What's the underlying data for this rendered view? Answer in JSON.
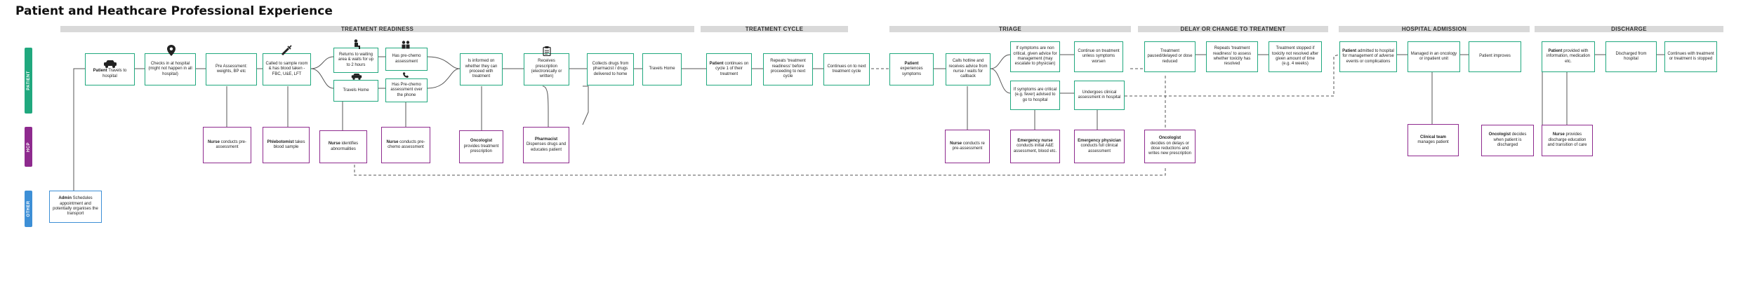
{
  "title": "Patient and Heathcare Professional Experience",
  "phases": [
    "TREATMENT READINESS",
    "TREATMENT CYCLE",
    "TRIAGE",
    "DELAY OR CHANGE TO TREATMENT",
    "HOSPITAL ADMISSION",
    "DISCHARGE"
  ],
  "lanes": {
    "patient": "PATIENT",
    "hcp": "HCP",
    "other": "OTHER"
  },
  "colors": {
    "patient": "#20a87e",
    "hcp": "#8e2a8e",
    "other": "#3d8fd6",
    "phase_bar": "#d9d9d9"
  },
  "nodes": {
    "p_travels_hospital": {
      "strong": "Patient",
      "text": "Travels to hospital",
      "icon": "car-icon"
    },
    "p_checks_in": {
      "strong": "",
      "text": "Checks in at hospital (might not happen in all hospital)",
      "icon": "location-pin-icon"
    },
    "p_pre_assess": {
      "strong": "",
      "text": "Pre Assessment: weights, BP etc",
      "icon": ""
    },
    "p_blood_sample": {
      "strong": "",
      "text": "Called to sample room & has blood taken - FBC, U&E, LFT",
      "icon": "syringe-icon"
    },
    "p_return_waiting": {
      "strong": "",
      "text": "Returns to waiting area & waits for up to 2 hours",
      "icon": "waiting-person-icon"
    },
    "p_travels_home_1": {
      "strong": "",
      "text": "Travels Home",
      "icon": "car-icon"
    },
    "p_pre_chemo": {
      "strong": "",
      "text": "Has pre-chemo assessment",
      "icon": "people-icon"
    },
    "p_pre_chemo_phone": {
      "strong": "",
      "text": "Has Pre-chemo assessment over the phone",
      "icon": "phone-icon"
    },
    "p_informed": {
      "strong": "",
      "text": "Is informed on whether they can proceed with treatment",
      "icon": ""
    },
    "p_receives_rx": {
      "strong": "",
      "text": "Receives prescription (electronically or written)",
      "icon": "prescription-icon"
    },
    "p_collects_drugs": {
      "strong": "",
      "text": "Collects drugs from pharmacist / drugs delivered to home",
      "icon": ""
    },
    "p_travels_home_2": {
      "strong": "",
      "text": "Travels Home",
      "icon": ""
    },
    "p_continues_cycle": {
      "strong": "Patient",
      "text": "continues on cycle 1 of their treatment",
      "icon": ""
    },
    "p_repeats_readiness": {
      "strong": "",
      "text": "Repeats 'treatment readiness' before proceeding to next cycle",
      "icon": ""
    },
    "p_next_cycle": {
      "strong": "",
      "text": "Continues on to next treatment cycle",
      "icon": ""
    },
    "p_experiences": {
      "strong": "Patient",
      "text": "experiences symptoms",
      "icon": ""
    },
    "p_hotline": {
      "strong": "",
      "text": "Calls hotline and receives advice from nurse / waits for callback",
      "icon": ""
    },
    "p_non_critical": {
      "strong": "",
      "text": "If symptoms are non critical, given advice for management (may escalate to physician)",
      "icon": ""
    },
    "p_continue_unless": {
      "strong": "",
      "text": "Continue on treatment unless symptoms worsen",
      "icon": ""
    },
    "p_critical": {
      "strong": "",
      "text": "If symptoms are critical (e.g. fever) advised to go to hospital",
      "icon": ""
    },
    "p_clinical_assess": {
      "strong": "",
      "text": "Undergoes clinical assessment in hospital",
      "icon": ""
    },
    "p_paused": {
      "strong": "",
      "text": "Treatment paused/delayed or dose reduced",
      "icon": ""
    },
    "p_repeats_toxicity": {
      "strong": "",
      "text": "Repeats 'treatment readiness' to assess whether toxicity has resolved",
      "icon": ""
    },
    "p_stopped": {
      "strong": "",
      "text": "Treatment stopped if toxicity not resolved after given amount of time (e.g. 4 weeks)",
      "icon": ""
    },
    "p_admitted": {
      "strong": "Patient",
      "text": "admitted to hospital for management of adverse events or complications",
      "icon": ""
    },
    "p_managed": {
      "strong": "",
      "text": "Managed in an oncology or inpatient unit",
      "icon": ""
    },
    "p_improves": {
      "strong": "",
      "text": "Patient improves",
      "icon": ""
    },
    "p_provided_info": {
      "strong": "Patient",
      "text": "provided with information, medication etc.",
      "icon": ""
    },
    "p_discharged": {
      "strong": "",
      "text": "Discharged from hospital",
      "icon": ""
    },
    "p_continues_stopped": {
      "strong": "",
      "text": "Continues with treatment or treatment is stopped",
      "icon": ""
    },
    "h_nurse_pre": {
      "strong": "Nurse",
      "text": "conducts pre-assessment",
      "icon": ""
    },
    "h_phlebotomist": {
      "strong": "Phlebotomist",
      "text": "takes blood sample",
      "icon": ""
    },
    "h_nurse_identifies": {
      "strong": "Nurse",
      "text": "identifies abnormalities",
      "icon": ""
    },
    "h_nurse_pre_chemo": {
      "strong": "Nurse",
      "text": "conducts pre-chemo assessment",
      "icon": ""
    },
    "h_oncologist_rx": {
      "strong": "Oncologist",
      "text": "provides treatment prescription",
      "icon": ""
    },
    "h_pharmacist": {
      "strong": "Pharmacist",
      "text": "Dispenses drugs and educates patient",
      "icon": ""
    },
    "h_nurse_triage": {
      "strong": "Nurse",
      "text": "conducts re pre-assessment",
      "icon": ""
    },
    "h_emergency_nurse": {
      "strong": "Emergency nurse",
      "text": "conducts initial A&E assessment, blood etc.",
      "icon": ""
    },
    "h_emergency_phys": {
      "strong": "Emergency physician",
      "text": "conducts full clinical assessment",
      "icon": ""
    },
    "h_oncologist_delay": {
      "strong": "Oncologist",
      "text": "decides on delays or dose reductions and writes new prescription",
      "icon": ""
    },
    "h_clinical_team": {
      "strong": "Clinical team",
      "text": "manages patient",
      "icon": ""
    },
    "h_oncologist_discharge": {
      "strong": "Oncologist",
      "text": "decides when patient is discharged",
      "icon": ""
    },
    "h_nurse_discharge": {
      "strong": "Nurse",
      "text": "provides discharge education and transition of care",
      "icon": ""
    },
    "o_admin": {
      "strong": "Admin",
      "text": "Schedules appointment and potentially organises the transport",
      "icon": ""
    }
  }
}
